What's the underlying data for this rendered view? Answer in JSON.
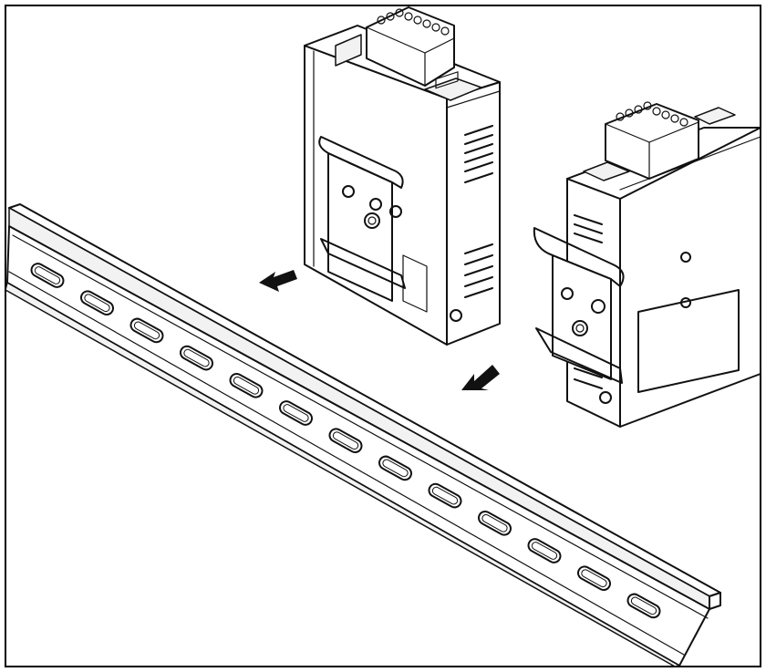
{
  "figure": {
    "border_color": "#000000",
    "line_color": "#111111",
    "background": "#ffffff",
    "rail_slot_count": 13,
    "devices": [
      {
        "name": "device-rear-view",
        "arrow_icon": "arrow-down-left-icon"
      },
      {
        "name": "device-front-view",
        "arrow_icon": "arrow-down-left-icon"
      }
    ]
  }
}
